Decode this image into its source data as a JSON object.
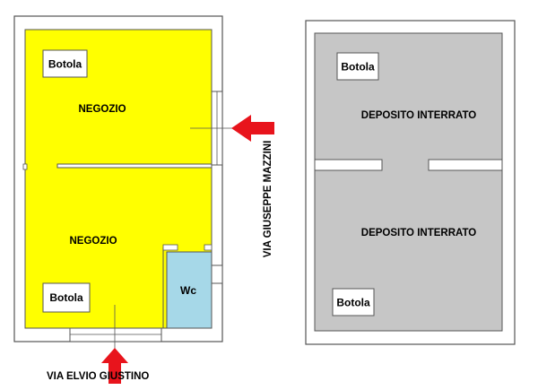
{
  "colors": {
    "shop_fill": "#ffff00",
    "wc_fill": "#a6d8e8",
    "basement_fill": "#c6c6c6",
    "wall": "#555555",
    "arrow": "#e8141c"
  },
  "ground_floor": {
    "rooms": {
      "shop_upper": "NEGOZIO",
      "shop_lower": "NEGOZIO",
      "wc": "Wc"
    },
    "hatches": [
      "Botola",
      "Botola"
    ]
  },
  "basement": {
    "rooms": {
      "storage_upper": "DEPOSITO INTERRATO",
      "storage_lower": "DEPOSITO INTERRATO"
    },
    "hatches": [
      "Botola",
      "Botola"
    ]
  },
  "streets": {
    "right": "VIA GIUSEPPE MAZZINI",
    "bottom": "VIA ELVIO GIUSTINO"
  },
  "icons": [
    "arrow-left-icon",
    "arrow-up-icon"
  ]
}
